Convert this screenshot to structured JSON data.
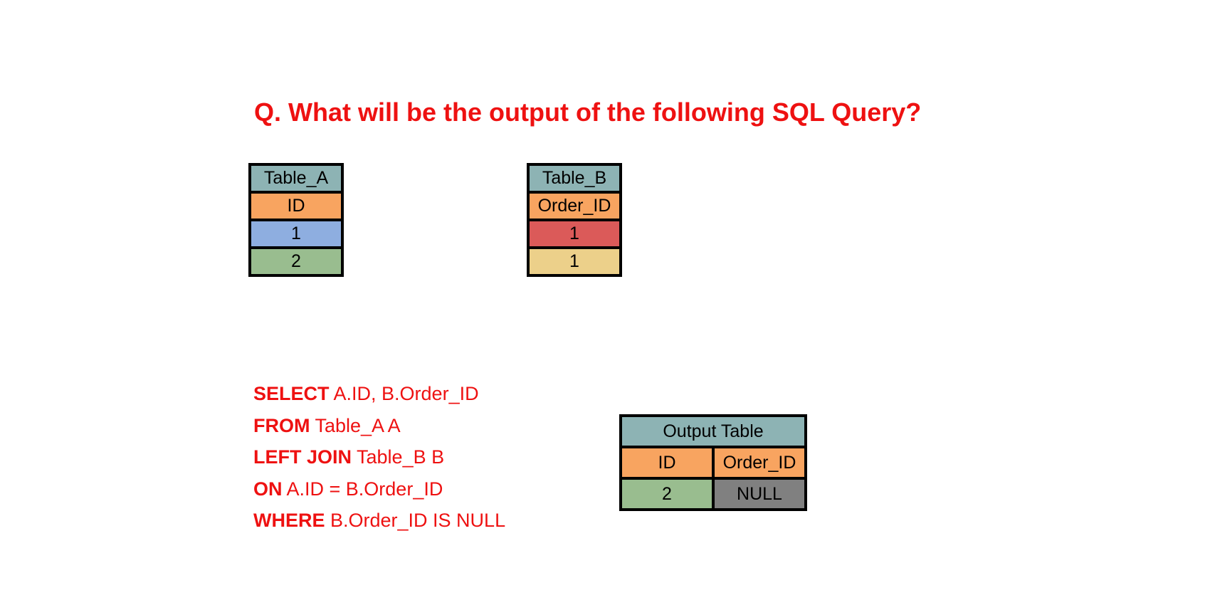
{
  "question": "Q. What will be the output of the following SQL Query?",
  "table_a": {
    "title": "Table_A",
    "column": "ID",
    "rows": [
      "1",
      "2"
    ]
  },
  "table_b": {
    "title": "Table_B",
    "column": "Order_ID",
    "rows": [
      "1",
      "1"
    ]
  },
  "sql": [
    {
      "keyword": "SELECT",
      "rest": " A.ID, B.Order_ID"
    },
    {
      "keyword": "FROM",
      "rest": " Table_A A"
    },
    {
      "keyword": "LEFT JOIN",
      "rest": " Table_B B"
    },
    {
      "keyword": "ON",
      "rest": " A.ID = B.Order_ID"
    },
    {
      "keyword": "WHERE",
      "rest": " B.Order_ID IS NULL"
    }
  ],
  "output_table": {
    "title": "Output Table",
    "columns": [
      "ID",
      "Order_ID"
    ],
    "rows": [
      [
        "2",
        "NULL"
      ]
    ]
  },
  "colors": {
    "question_text": "#ee1111",
    "header": "#8db3b4",
    "column_header": "#f8a460",
    "table_a_row1": "#8eaee0",
    "table_a_row2": "#99bd8f",
    "table_b_row1": "#db5a59",
    "table_b_row2": "#ecd08a",
    "output_null": "#808080"
  }
}
